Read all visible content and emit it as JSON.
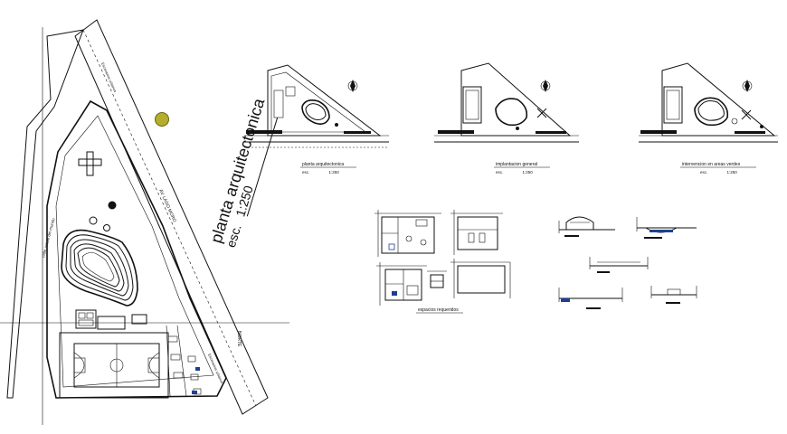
{
  "main_plan": {
    "title": "planta arquitectonica",
    "scale_prefix": "esc.",
    "scale_value": "1:250",
    "north_label": "NORTE",
    "street_labels": {
      "upper_diagonal": "Escenarios urbanos",
      "lake_avenue": "AV. LAGO MORO",
      "cross_street": "calle actual del mundo",
      "lower_diagonal": "Escenarios urbanos"
    }
  },
  "thumbnails": [
    {
      "title": "planta arquitectonica",
      "scale_prefix": "esc.",
      "scale_value": "1:250"
    },
    {
      "title": "implantacion general",
      "scale_prefix": "esc.",
      "scale_value": "1:250"
    },
    {
      "title": "intervencion en areas verdes",
      "scale_prefix": "esc.",
      "scale_value": "1:250"
    }
  ],
  "rooms_group": {
    "label": "espacios requeridos"
  },
  "colors": {
    "ink": "#111111",
    "accent_blue": "#1f3f8f",
    "marker_yellow": "#b5ad2c"
  }
}
